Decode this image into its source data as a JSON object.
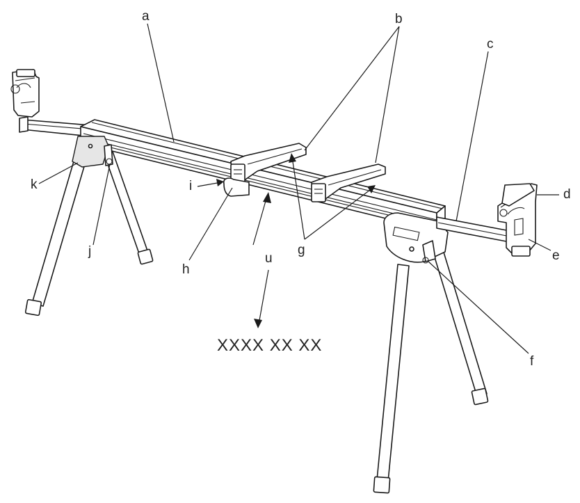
{
  "diagram": {
    "labels": {
      "a": "a",
      "b": "b",
      "c": "c",
      "d": "d",
      "e": "e",
      "f": "f",
      "g": "g",
      "h": "h",
      "i": "i",
      "j": "j",
      "k": "k",
      "u": "u"
    },
    "part_code": "XXXX XX XX"
  }
}
